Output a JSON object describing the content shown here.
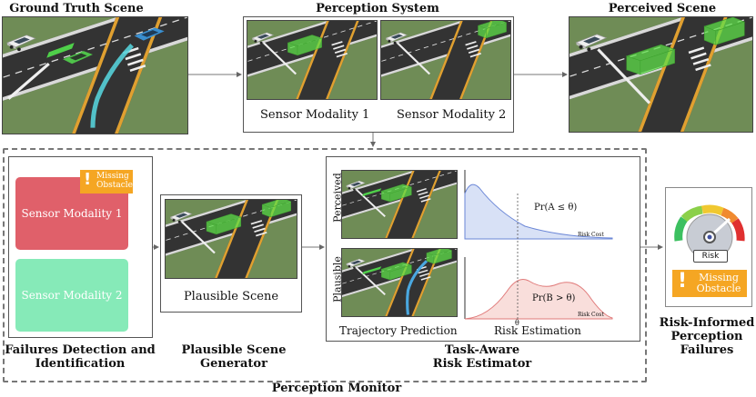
{
  "top": {
    "ground_truth_title": "Ground Truth Scene",
    "perception_title": "Perception System",
    "perceived_title": "Perceived Scene",
    "sensor1_label": "Sensor Modality 1",
    "sensor2_label": "Sensor Modality 2"
  },
  "monitor": {
    "title": "Perception Monitor",
    "failures": {
      "sensor1": "Sensor Modality 1",
      "sensor2": "Sensor Modality 2",
      "badge_line1": "Missing",
      "badge_line2": "Obstacle",
      "badge_mark": "!",
      "caption_line1": "Failures Detection and",
      "caption_line2": "Identification"
    },
    "plausible": {
      "label": "Plausible Scene",
      "caption_line1": "Plausible Scene",
      "caption_line2": "Generator"
    },
    "risk": {
      "perceived_label": "Perceived",
      "plausible_label": "Plausible",
      "prob_a": "Pr(A ≤ θ)",
      "prob_b": "Pr(B > θ)",
      "theta": "θ",
      "risk_cost_1": "Risk Cost",
      "risk_cost_2": "Risk Cost",
      "trajectory_label": "Trajectory Prediction",
      "estimation_label": "Risk Estimation",
      "caption_line1": "Task-Aware",
      "caption_line2": "Risk Estimator"
    }
  },
  "output": {
    "gauge_label": "Risk",
    "badge_line1": "Missing",
    "badge_line2": "Obstacle",
    "badge_mark": "!",
    "caption_line1": "Risk-Informed",
    "caption_line2": "Perception",
    "caption_line3": "Failures"
  },
  "colors": {
    "sensor1_fill": "#e0606a",
    "sensor2_fill": "#86eab8",
    "badge": "#f5a623",
    "perceived_curve": "#6a86d6",
    "plausible_curve": "#e07a7a"
  }
}
